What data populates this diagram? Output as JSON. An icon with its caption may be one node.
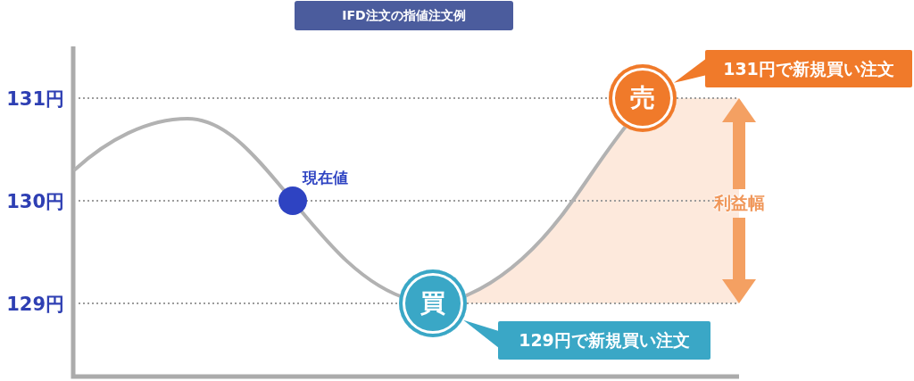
{
  "diagram": {
    "title": "IFD注文の指値注文例",
    "nodes": [
      {
        "text": [
          "131円で新規買い注文"
        ]
      },
      {
        "text": [
          "売"
        ]
      },
      {
        "text": [],
        "shape": "circle",
        "beside": [
          "現在値"
        ]
      },
      {
        "text": [
          "買"
        ]
      },
      {
        "text": [
          "129円で新規買い注文"
        ]
      }
    ],
    "edges": [
      {
        "from": 0,
        "to": 1,
        "arrow": "to",
        "color": "#f07a2a"
      },
      {
        "from": 4,
        "to": 3,
        "arrow": "to",
        "color": "#3aa7c6"
      }
    ],
    "labels": [
      "131円",
      "130円",
      "利益幅",
      "129円"
    ]
  }
}
